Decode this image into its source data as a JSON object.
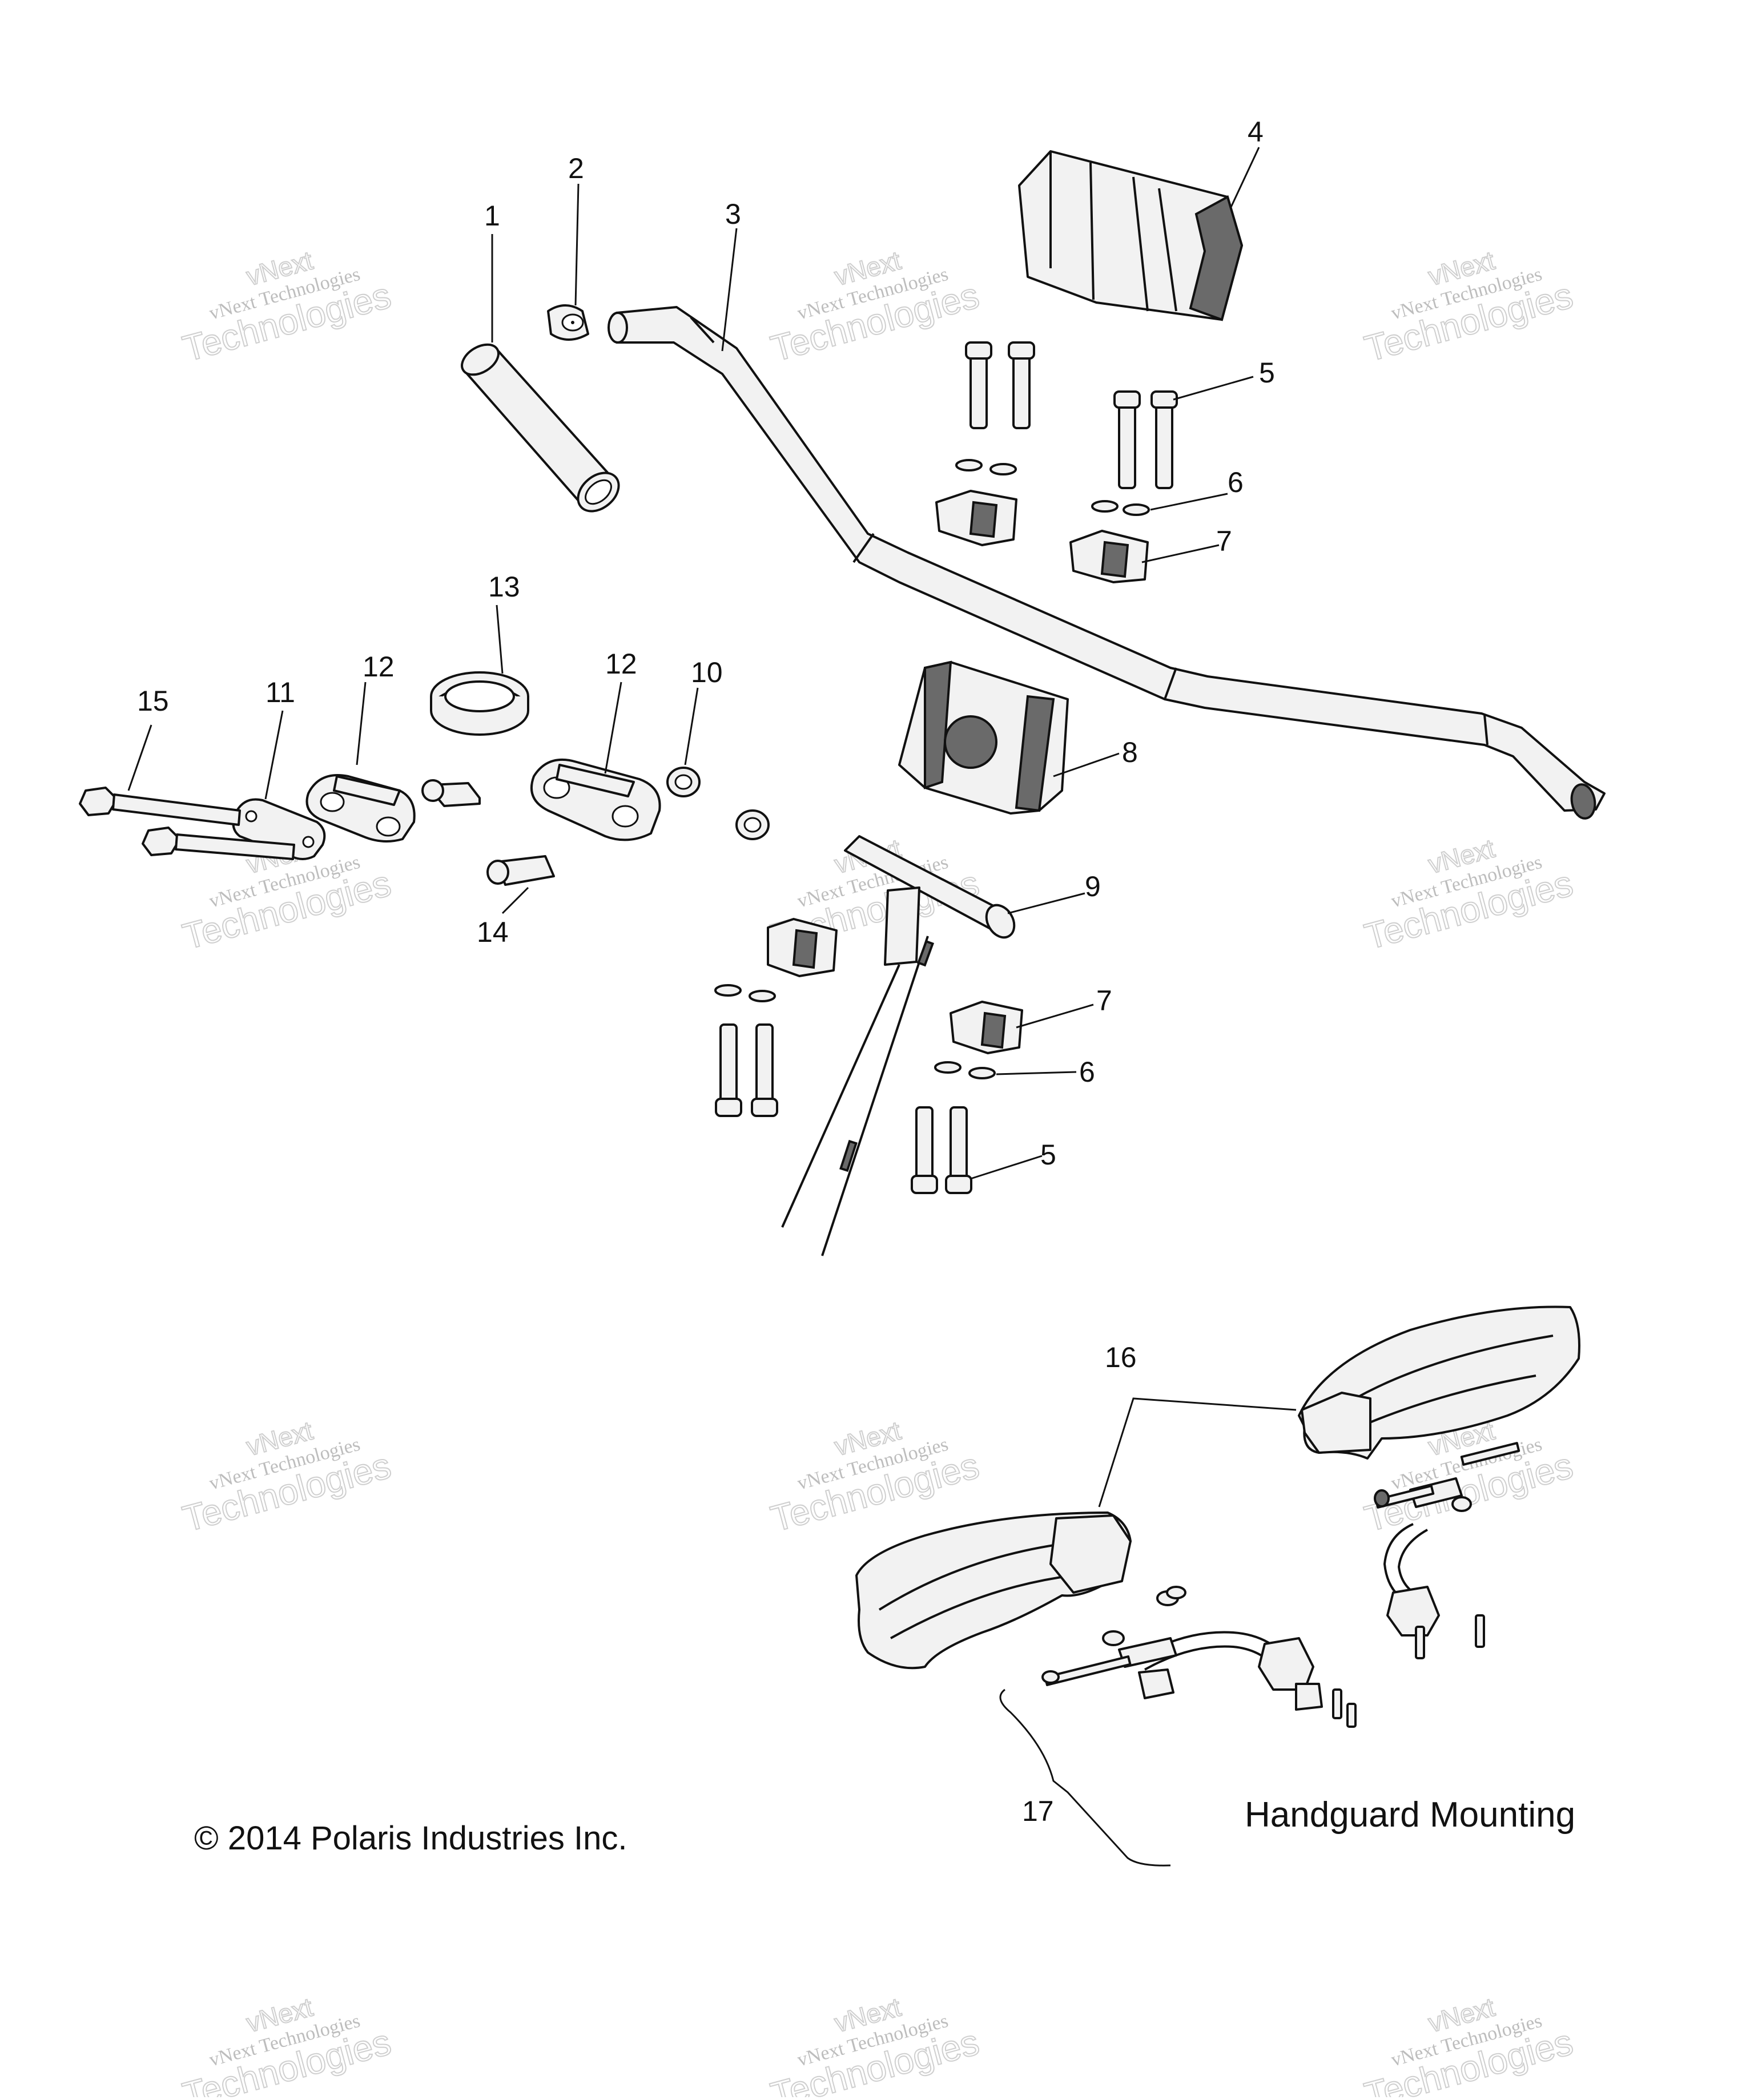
{
  "labels": {
    "n1": "1",
    "n2": "2",
    "n3": "3",
    "n4": "4",
    "n5a": "5",
    "n6a": "6",
    "n7a": "7",
    "n8": "8",
    "n9": "9",
    "n10": "10",
    "n11": "11",
    "n12a": "12",
    "n12b": "12",
    "n13": "13",
    "n14": "14",
    "n15": "15",
    "n7b": "7",
    "n6b": "6",
    "n5b": "5",
    "n16": "16",
    "n17": "17"
  },
  "watermark": {
    "line1": "vNext",
    "line2": "vNext Technologies",
    "line3": "Technologies"
  },
  "copyright": "© 2014 Polaris Industries Inc.",
  "caption": "Handguard Mounting",
  "colors": {
    "ink": "#111111",
    "watermark": "#c8c8c8",
    "fill": "#f2f2f2"
  }
}
